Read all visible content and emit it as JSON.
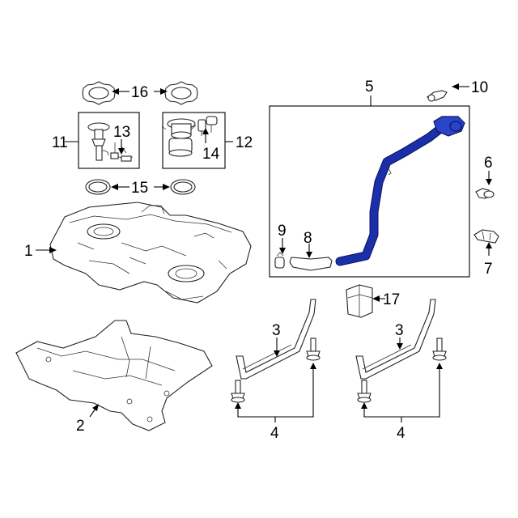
{
  "diagram": {
    "callouts": {
      "c1": "1",
      "c2": "2",
      "c3a": "3",
      "c3b": "3",
      "c4a": "4",
      "c4b": "4",
      "c5": "5",
      "c6": "6",
      "c7": "7",
      "c8": "8",
      "c9": "9",
      "c10": "10",
      "c11": "11",
      "c12": "12",
      "c13": "13",
      "c14": "14",
      "c15": "15",
      "c16": "16",
      "c17": "17"
    },
    "colors": {
      "highlight": "#2a44c9",
      "outline": "#222222"
    },
    "highlighted_part": "5"
  }
}
